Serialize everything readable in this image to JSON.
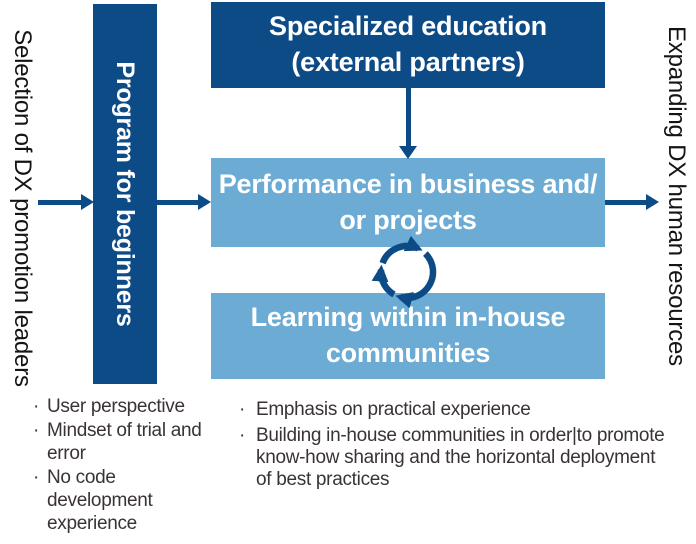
{
  "colors": {
    "background": "#ffffff",
    "dark_blue": "#0d4b87",
    "light_blue": "#6babd4",
    "box_text": "#ffffff",
    "side_text": "#141414",
    "list_text": "#3a3335"
  },
  "labels": {
    "left": "Selection of DX promotion leaders",
    "right": "Expanding DX human resources",
    "bar": "Program for beginners"
  },
  "boxes": {
    "specialized": {
      "lines": [
        "Specialized education",
        "(external partners)"
      ]
    },
    "performance": {
      "lines": [
        "Performance in business and/",
        "or projects"
      ]
    },
    "learning": {
      "lines": [
        "Learning within in-house",
        "communities"
      ]
    }
  },
  "icons": {
    "cycle": "cycle-arrows-icon"
  },
  "lists": {
    "bullet": "·",
    "left": {
      "items": [
        {
          "lines": [
            "User perspective"
          ]
        },
        {
          "lines": [
            "Mindset of trial and",
            "error"
          ]
        },
        {
          "lines": [
            "No code",
            "development",
            "experience"
          ]
        }
      ]
    },
    "middle": {
      "items": [
        {
          "lines": [
            "Emphasis on practical experience"
          ]
        },
        {
          "lines": [
            "Building in-house communities in order|to promote",
            "know-how sharing and the horizontal deployment",
            "of best practices"
          ]
        }
      ]
    }
  }
}
